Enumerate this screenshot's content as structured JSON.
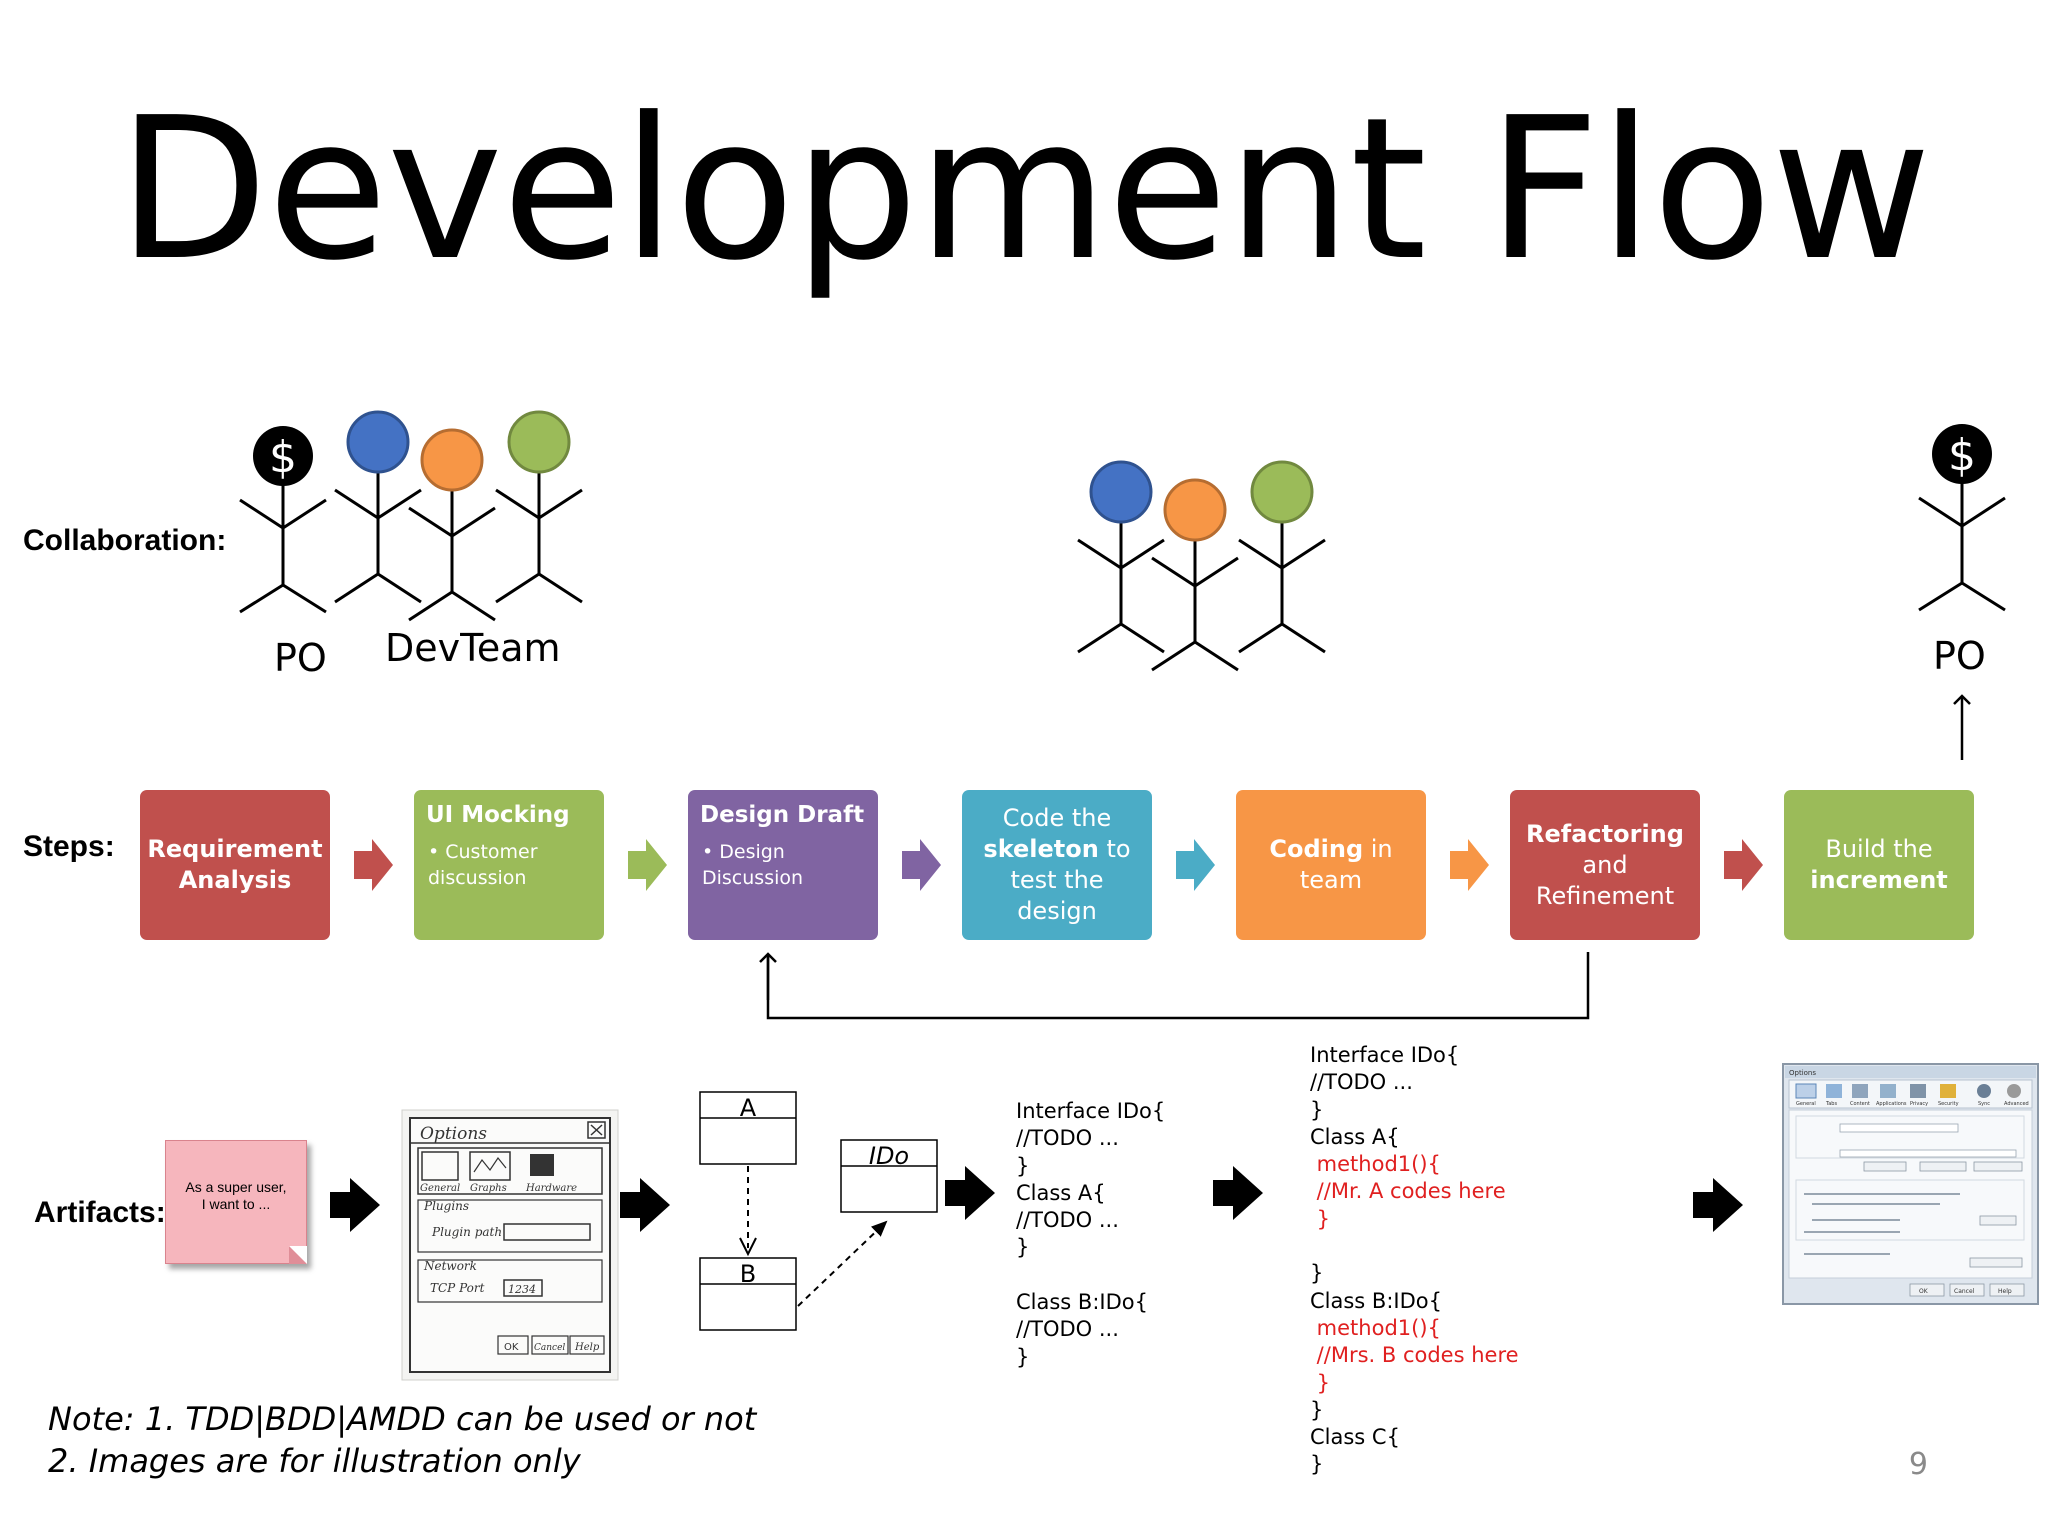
{
  "title": "Development Flow",
  "rows": {
    "collaboration": "Collaboration:",
    "steps": "Steps:",
    "artifacts": "Artifacts:"
  },
  "actors": {
    "po_left": "PO",
    "devteam": "DevTeam",
    "po_right": "PO",
    "money_symbol": "$",
    "colors": {
      "blue": "#4472c4",
      "orange": "#f79646",
      "green": "#9bbb59",
      "black": "#000000"
    }
  },
  "steps": [
    {
      "title": "Requirement Analysis",
      "color": "#c0504d"
    },
    {
      "title": "UI Mocking",
      "bullet": "Customer discussion",
      "color": "#9bbb59"
    },
    {
      "title": "Design Draft",
      "bullet": "Design Discussion",
      "color": "#8064a2"
    },
    {
      "pre": "Code the",
      "bold": "skeleton",
      "post1": " to",
      "post2": "test the design",
      "color": "#4bacc6"
    },
    {
      "bold": "Coding",
      "post1": " in",
      "post2": "team",
      "color": "#f79646"
    },
    {
      "bold": "Refactoring",
      "post1": "and",
      "post2": "Refinement",
      "color": "#c0504d"
    },
    {
      "pre": "Build the",
      "bold": "increment",
      "color": "#9bbb59"
    }
  ],
  "artifacts": {
    "sticky_note": [
      "As a super user,",
      "I want  to ..."
    ],
    "mockup": {
      "title": "Options",
      "tabs": [
        "General",
        "Graphs",
        "Hardware"
      ],
      "plugins_group": "Plugins",
      "plugin_path_label": "Plugin path",
      "network_group": "Network",
      "tcp_label": "TCP Port",
      "tcp_value": "1234",
      "buttons": [
        "OK",
        "Cancel",
        "Help"
      ]
    },
    "uml": {
      "class_a": "A",
      "class_b": "B",
      "interface": "IDo"
    },
    "skeleton_code": [
      "Interface IDo{",
      "//TODO ...",
      "}",
      "Class A{",
      "//TODO ...",
      "}",
      "",
      "Class B:IDo{",
      "//TODO ...",
      "}"
    ],
    "team_code": [
      {
        "text": "Interface IDo{",
        "red": false
      },
      {
        "text": "//TODO ...",
        "red": false
      },
      {
        "text": "}",
        "red": false
      },
      {
        "text": "Class A{",
        "red": false
      },
      {
        "text": " method1(){",
        "red": true
      },
      {
        "text": " //Mr. A codes here",
        "red": true
      },
      {
        "text": " }",
        "red": true
      },
      {
        "text": "",
        "red": false
      },
      {
        "text": "}",
        "red": false
      },
      {
        "text": "Class B:IDo{",
        "red": false
      },
      {
        "text": " method1(){",
        "red": true
      },
      {
        "text": " //Mrs. B codes here",
        "red": true
      },
      {
        "text": " }",
        "red": true
      },
      {
        "text": "}",
        "red": false
      },
      {
        "text": "Class C{",
        "red": false
      },
      {
        "text": "}",
        "red": false
      }
    ],
    "options_dialog": {
      "title": "Options",
      "tabs": [
        "General",
        "Tabs",
        "Content",
        "Applications",
        "Privacy",
        "Security",
        "Sync",
        "Advanced"
      ],
      "buttons": [
        "OK",
        "Cancel",
        "Help"
      ]
    }
  },
  "notes": [
    "Note: 1. TDD|BDD|AMDD can be used or not",
    "2. Images are for illustration only"
  ],
  "page_number": "9"
}
